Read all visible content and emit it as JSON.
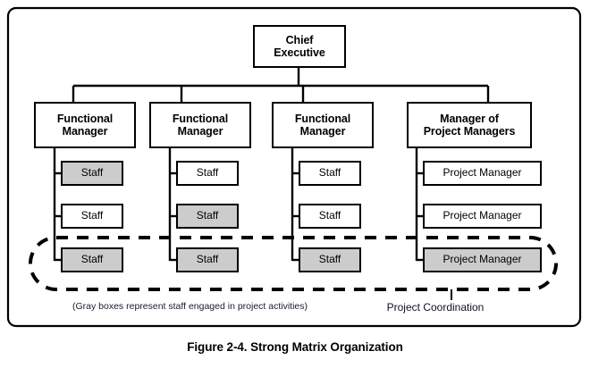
{
  "figure": {
    "caption": "Figure 2-4. Strong Matrix Organization",
    "note": "(Gray boxes represent staff engaged in project activities)",
    "coordination_label": "Project Coordination"
  },
  "chart_data": {
    "type": "diagram",
    "diagram_kind": "organization-chart",
    "title": "Figure 2-4. Strong Matrix Organization",
    "legend_note": "(Gray boxes represent staff engaged in project activities)",
    "annotations": [
      {
        "name": "project-coordination",
        "label": "Project Coordination",
        "shape": "dashed-rounded-oval",
        "encloses": "bottom row of all four columns"
      }
    ],
    "root": {
      "label_line1": "Chief",
      "label_line2": "Executive",
      "style": "white"
    },
    "columns": [
      {
        "index": 0,
        "manager": {
          "line1": "Functional",
          "line2": "Manager",
          "style": "white"
        },
        "reports": [
          {
            "label": "Staff",
            "style": "gray"
          },
          {
            "label": "Staff",
            "style": "white"
          },
          {
            "label": "Staff",
            "style": "gray",
            "in_coordination": true
          }
        ]
      },
      {
        "index": 1,
        "manager": {
          "line1": "Functional",
          "line2": "Manager",
          "style": "white"
        },
        "reports": [
          {
            "label": "Staff",
            "style": "white"
          },
          {
            "label": "Staff",
            "style": "gray"
          },
          {
            "label": "Staff",
            "style": "gray",
            "in_coordination": true
          }
        ]
      },
      {
        "index": 2,
        "manager": {
          "line1": "Functional",
          "line2": "Manager",
          "style": "white"
        },
        "reports": [
          {
            "label": "Staff",
            "style": "white"
          },
          {
            "label": "Staff",
            "style": "white"
          },
          {
            "label": "Staff",
            "style": "gray",
            "in_coordination": true
          }
        ]
      },
      {
        "index": 3,
        "manager": {
          "line1": "Manager of",
          "line2": "Project Managers",
          "style": "white"
        },
        "reports": [
          {
            "label": "Project Manager",
            "style": "white"
          },
          {
            "label": "Project Manager",
            "style": "white"
          },
          {
            "label": "Project Manager",
            "style": "gray",
            "in_coordination": true
          }
        ]
      }
    ],
    "colors": {
      "gray_fill": "#cccccc",
      "white_fill": "#ffffff",
      "stroke": "#000000",
      "background": "#ffffff"
    }
  }
}
